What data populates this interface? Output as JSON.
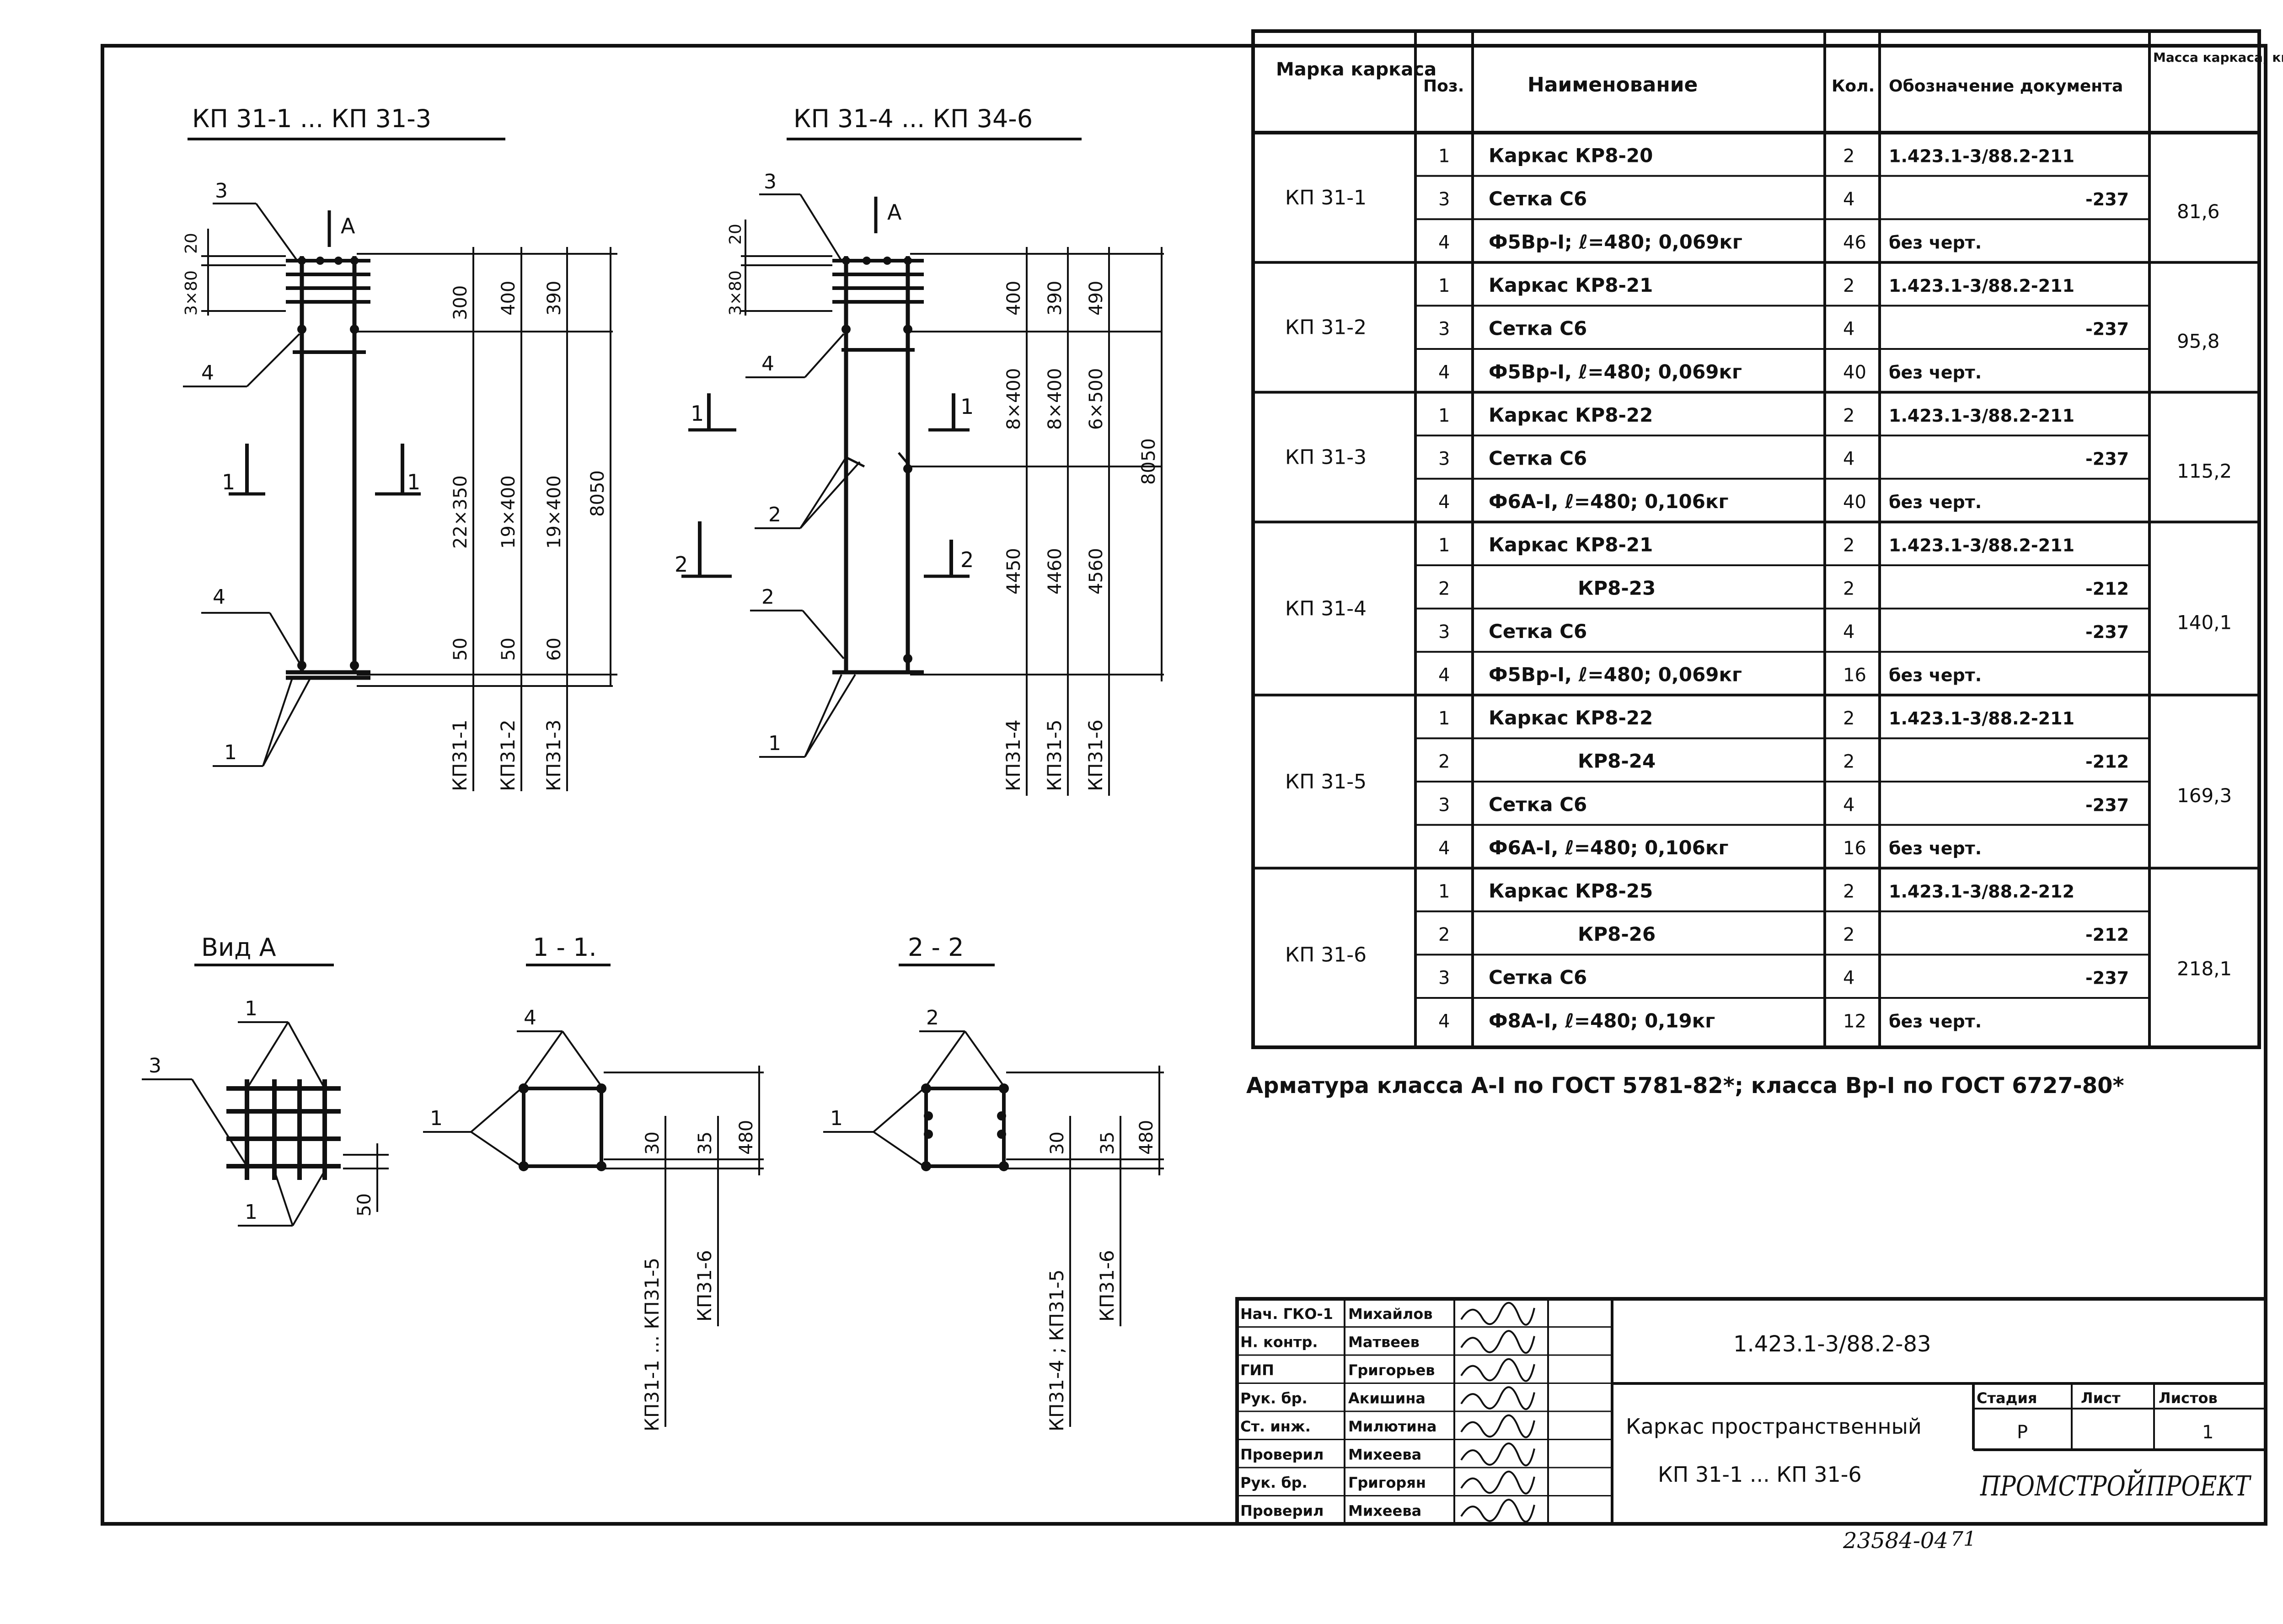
{
  "drawings": {
    "d1": {
      "title": "КП 31-1 ... КП 31-3",
      "dims": [
        "20",
        "3×80",
        "300",
        "400",
        "390",
        "22×350",
        "19×400",
        "19×400",
        "8050",
        "50",
        "50",
        "60"
      ],
      "marks": [
        "КП31-1",
        "КП31-2",
        "КП31-3"
      ],
      "callouts": [
        "3",
        "4",
        "4",
        "1"
      ],
      "section": "1",
      "view": "А"
    },
    "d2": {
      "title": "КП 31-4 ... КП 34-6",
      "dims": [
        "20",
        "3×80",
        "400",
        "390",
        "490",
        "8×400",
        "8×400",
        "6×500",
        "8050",
        "4450",
        "4460",
        "4560"
      ],
      "marks": [
        "КП31-4",
        "КП31-5",
        "КП31-6"
      ],
      "callouts": [
        "3",
        "4",
        "2",
        "2",
        "1"
      ],
      "section1": "1",
      "section2": "2",
      "view": "А"
    },
    "view_a": {
      "title": "Вид А",
      "callouts": [
        "1",
        "3",
        "1"
      ],
      "dim": "50"
    },
    "sec11": {
      "title": "1 - 1.",
      "callouts": [
        "4",
        "1"
      ],
      "dims": [
        "30",
        "35",
        "480"
      ],
      "marks": [
        "КП31-1 ... КП31-5",
        "КП31-6"
      ]
    },
    "sec22": {
      "title": "2 - 2",
      "callouts": [
        "2",
        "1"
      ],
      "dims": [
        "30",
        "35",
        "480"
      ],
      "marks": [
        "КП31-4 ; КП31-5",
        "КП31-6"
      ]
    }
  },
  "spec_table": {
    "headers": [
      "Марка каркаса",
      "Поз.",
      "Наименование",
      "Кол.",
      "Обозначение документа",
      "Масса каркаса, кг"
    ],
    "groups": [
      {
        "mark": "КП 31-1",
        "mass": "81,6",
        "rows": [
          {
            "pos": "1",
            "name": "Каркас КР8-20",
            "qty": "2",
            "doc": "1.423.1-3/88.2-211"
          },
          {
            "pos": "3",
            "name": "Сетка С6",
            "qty": "4",
            "doc": "-237"
          },
          {
            "pos": "4",
            "name": "Ф5Вр-I; ℓ=480; 0,069кг",
            "qty": "46",
            "doc": "без черт."
          }
        ]
      },
      {
        "mark": "КП 31-2",
        "mass": "95,8",
        "rows": [
          {
            "pos": "1",
            "name": "Каркас КР8-21",
            "qty": "2",
            "doc": "1.423.1-3/88.2-211"
          },
          {
            "pos": "3",
            "name": "Сетка С6",
            "qty": "4",
            "doc": "-237"
          },
          {
            "pos": "4",
            "name": "Ф5Вр-I, ℓ=480; 0,069кг",
            "qty": "40",
            "doc": "без черт."
          }
        ]
      },
      {
        "mark": "КП 31-3",
        "mass": "115,2",
        "rows": [
          {
            "pos": "1",
            "name": "Каркас КР8-22",
            "qty": "2",
            "doc": "1.423.1-3/88.2-211"
          },
          {
            "pos": "3",
            "name": "Сетка С6",
            "qty": "4",
            "doc": "-237"
          },
          {
            "pos": "4",
            "name": "Ф6А-I, ℓ=480; 0,106кг",
            "qty": "40",
            "doc": "без черт."
          }
        ]
      },
      {
        "mark": "КП 31-4",
        "mass": "140,1",
        "rows": [
          {
            "pos": "1",
            "name": "Каркас КР8-21",
            "qty": "2",
            "doc": "1.423.1-3/88.2-211"
          },
          {
            "pos": "2",
            "name": "КР8-23",
            "qty": "2",
            "doc": "-212"
          },
          {
            "pos": "3",
            "name": "Сетка С6",
            "qty": "4",
            "doc": "-237"
          },
          {
            "pos": "4",
            "name": "Ф5Вр-I, ℓ=480; 0,069кг",
            "qty": "16",
            "doc": "без черт."
          }
        ]
      },
      {
        "mark": "КП 31-5",
        "mass": "169,3",
        "rows": [
          {
            "pos": "1",
            "name": "Каркас КР8-22",
            "qty": "2",
            "doc": "1.423.1-3/88.2-211"
          },
          {
            "pos": "2",
            "name": "КР8-24",
            "qty": "2",
            "doc": "-212"
          },
          {
            "pos": "3",
            "name": "Сетка С6",
            "qty": "4",
            "doc": "-237"
          },
          {
            "pos": "4",
            "name": "Ф6А-I, ℓ=480; 0,106кг",
            "qty": "16",
            "doc": "без черт."
          }
        ]
      },
      {
        "mark": "КП 31-6",
        "mass": "218,1",
        "rows": [
          {
            "pos": "1",
            "name": "Каркас КР8-25",
            "qty": "2",
            "doc": "1.423.1-3/88.2-212"
          },
          {
            "pos": "2",
            "name": "КР8-26",
            "qty": "2",
            "doc": "-212"
          },
          {
            "pos": "3",
            "name": "Сетка С6",
            "qty": "4",
            "doc": "-237"
          },
          {
            "pos": "4",
            "name": "Ф8А-I, ℓ=480; 0,19кг",
            "qty": "12",
            "doc": "без черт."
          }
        ]
      }
    ]
  },
  "note": "Арматура класса А-I по ГОСТ 5781-82*; класса Вр-I по ГОСТ 6727-80*",
  "title_block": {
    "staff": [
      {
        "role": "Нач. ГКО-1",
        "name": "Михайлов"
      },
      {
        "role": "Н. контр.",
        "name": "Матвеев"
      },
      {
        "role": "ГИП",
        "name": "Григорьев"
      },
      {
        "role": "Рук. бр.",
        "name": "Акишина"
      },
      {
        "role": "Ст. инж.",
        "name": "Милютина"
      },
      {
        "role": "Проверил",
        "name": "Михеева"
      },
      {
        "role": "Рук. бр.",
        "name": "Григорян"
      },
      {
        "role": "Проверил",
        "name": "Михеева"
      }
    ],
    "doc_code": "1.423.1-3/88.2-83",
    "title_line1": "Каркас пространственный",
    "title_line2": "КП 31-1 ... КП 31-6",
    "stage_label": "Стадия",
    "sheet_label": "Лист",
    "sheets_label": "Листов",
    "stage": "Р",
    "sheet": "",
    "sheets": "1",
    "org": "ПРОМСТРОЙПРОЕКТ"
  },
  "footer_number": "23584-04",
  "page_number": "71"
}
